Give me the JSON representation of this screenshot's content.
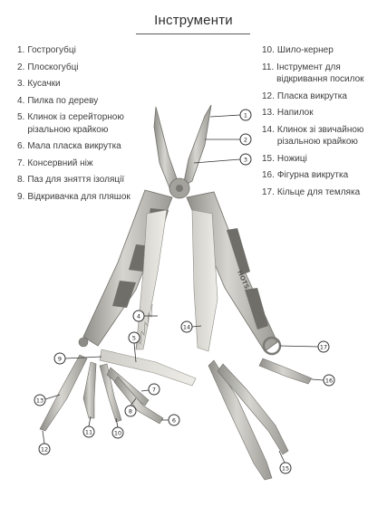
{
  "title": "Інструменти",
  "legend_left": [
    {
      "num": "1.",
      "text": "Гострогубці"
    },
    {
      "num": "2.",
      "text": "Плоскогубці"
    },
    {
      "num": "3.",
      "text": "Кусачки"
    },
    {
      "num": "4.",
      "text": "Пилка по дереву"
    },
    {
      "num": "5.",
      "text": "Клинок із серейторною різальною крайкою"
    },
    {
      "num": "6.",
      "text": "Мала пласка викрутка"
    },
    {
      "num": "7.",
      "text": "Консервний ніж"
    },
    {
      "num": "8.",
      "text": "Паз для зняття ізоляції"
    },
    {
      "num": "9.",
      "text": "Відкривачка для пляшок"
    }
  ],
  "legend_right": [
    {
      "num": "10.",
      "text": "Шило-кернер"
    },
    {
      "num": "11.",
      "text": "Інструмент для відкривання посилок"
    },
    {
      "num": "12.",
      "text": "Пласка викрутка"
    },
    {
      "num": "13.",
      "text": "Напилок"
    },
    {
      "num": "14.",
      "text": "Клинок зі звичайною різальною крайкою"
    },
    {
      "num": "15.",
      "text": "Ножиці"
    },
    {
      "num": "16.",
      "text": "Фігурна викрутка"
    },
    {
      "num": "17.",
      "text": "Кільце для темляка"
    }
  ],
  "callouts": [
    "1",
    "2",
    "3",
    "4",
    "5",
    "6",
    "7",
    "8",
    "9",
    "10",
    "11",
    "12",
    "13",
    "14",
    "15",
    "16",
    "17"
  ],
  "brand_mark": "HOTS",
  "colors": {
    "metal": "#b9b8b2",
    "metal_dark": "#8d8c86",
    "metal_light": "#d9d8d2",
    "line": "#333333"
  }
}
